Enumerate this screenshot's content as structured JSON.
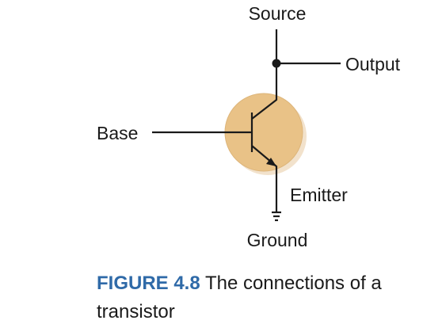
{
  "labels": {
    "source": "Source",
    "output": "Output",
    "base": "Base",
    "emitter": "Emitter",
    "ground": "Ground"
  },
  "caption": {
    "figure_number": "FIGURE 4.8",
    "text": "The connections of a transistor"
  },
  "colors": {
    "transistor_fill": "#e9c287",
    "transistor_shadow": "#f2e2cc",
    "figure_number": "#2f6aa8",
    "wire": "#1a1a1a"
  }
}
